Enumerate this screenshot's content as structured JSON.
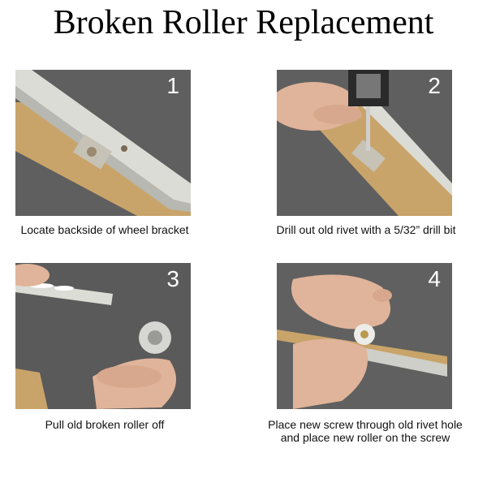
{
  "title": "Broken Roller Replacement",
  "steps": [
    {
      "number": "1",
      "caption": "Locate backside of wheel bracket"
    },
    {
      "number": "2",
      "caption": "Drill out old rivet with a 5/32” drill bit"
    },
    {
      "number": "3",
      "caption": "Pull old broken roller off"
    },
    {
      "number": "4",
      "caption_line1": "Place new screw through old rivet hole",
      "caption_line2": "and place new roller on the screw"
    }
  ],
  "colors": {
    "carpet": "#5e5e5e",
    "wood": "#c9a46a",
    "aluminum": "#d9d9d4",
    "skin": "#e0b49a"
  }
}
